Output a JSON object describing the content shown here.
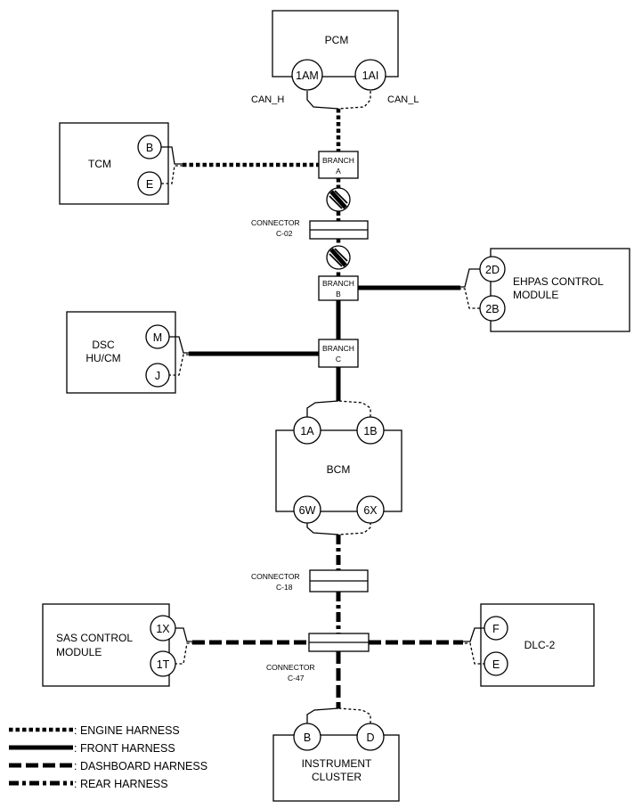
{
  "modules": {
    "pcm": "PCM",
    "tcm": "TCM",
    "ehpas_line1": "EHPAS CONTROL",
    "ehpas_line2": "MODULE",
    "dsc_line1": "DSC",
    "dsc_line2": "HU/CM",
    "bcm": "BCM",
    "sas_line1": "SAS CONTROL",
    "sas_line2": "MODULE",
    "dlc": "DLC-2",
    "ic_line1": "INSTRUMENT",
    "ic_line2": "CLUSTER"
  },
  "pins": {
    "pcm_h": "1AM",
    "pcm_l": "1AI",
    "tcm_h": "B",
    "tcm_l": "E",
    "ehpas_h": "2D",
    "ehpas_l": "2B",
    "dsc_h": "M",
    "dsc_l": "J",
    "bcm_top_h": "1A",
    "bcm_top_l": "1B",
    "bcm_bot_h": "6W",
    "bcm_bot_l": "6X",
    "sas_h": "1X",
    "sas_l": "1T",
    "dlc_h": "F",
    "dlc_l": "E",
    "ic_h": "B",
    "ic_l": "D"
  },
  "signals": {
    "can_h": "CAN_H",
    "can_l": "CAN_L"
  },
  "branches": {
    "a": {
      "line1": "BRANCH",
      "line2": "A"
    },
    "b": {
      "line1": "BRANCH",
      "line2": "B"
    },
    "c": {
      "line1": "BRANCH",
      "line2": "C"
    }
  },
  "connectors": {
    "c02": {
      "line1": "CONNECTOR",
      "line2": "C-02"
    },
    "c18": {
      "line1": "CONNECTOR",
      "line2": "C-18"
    },
    "c47": {
      "line1": "CONNECTOR",
      "line2": "C-47"
    }
  },
  "legend": [
    {
      "label": ": ENGINE HARNESS",
      "style": "engine"
    },
    {
      "label": ": FRONT HARNESS",
      "style": "front"
    },
    {
      "label": ": DASHBOARD HARNESS",
      "style": "dashboard"
    },
    {
      "label": ": REAR HARNESS",
      "style": "rear"
    }
  ],
  "colors": {
    "line": "#000000",
    "background": "#ffffff"
  }
}
